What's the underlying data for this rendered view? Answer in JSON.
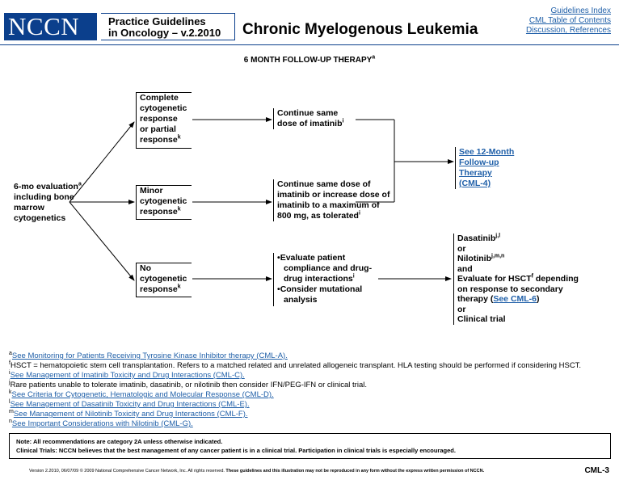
{
  "header": {
    "logo_text": "NCCN",
    "logo_reg": "®",
    "practice_line1": "Practice Guidelines",
    "practice_line2": "in Oncology – v.2.2010",
    "title": "Chronic Myelogenous Leukemia",
    "links": [
      "Guidelines Index",
      "CML Table of Contents",
      "Discussion, References"
    ]
  },
  "section_title": "6 MONTH FOLLOW-UP THERAPY",
  "section_title_sup": "a",
  "eval": {
    "line1": "6-mo evaluation",
    "sup": "a",
    "line2": "including bone",
    "line3": "marrow",
    "line4": "cytogenetics"
  },
  "responses": {
    "complete": {
      "l1": "Complete",
      "l2": "cytogenetic",
      "l3": "response",
      "l4": "or partial",
      "l5": "response",
      "sup": "k"
    },
    "minor": {
      "l1": "Minor",
      "l2": "cytogenetic",
      "l3": "response",
      "sup": "k"
    },
    "none": {
      "l1": "No",
      "l2": "cytogenetic",
      "l3": "response",
      "sup": "k"
    }
  },
  "actions": {
    "continue": {
      "l1": "Continue same",
      "l2": "dose of imatinib",
      "sup": "i"
    },
    "continue_increase": {
      "l1": "Continue same dose of",
      "l2": "imatinib or increase dose of",
      "l3": "imatinib to a maximum of",
      "l4": "800 mg, as tolerated",
      "sup": "i"
    },
    "evaluate": {
      "b1l1": "Evaluate patient",
      "b1l2": "compliance and drug-",
      "b1l3": "drug interactions",
      "b1sup": "i",
      "b2l1": "Consider mutational",
      "b2l2": "analysis"
    }
  },
  "see12": {
    "l1": "See 12-Month",
    "l2": "Follow-up",
    "l3": "Therapy",
    "l4": "(CML-4)"
  },
  "options": {
    "dasatinib": "Dasatinib",
    "dasatinib_sup": "j,l",
    "or1": "or",
    "nilotinib": "Nilotinib",
    "nilotinib_sup": "j,m,n",
    "and": "and",
    "eval_hsct": "Evaluate for HSCT",
    "hsct_sup": "f",
    "eval_hsct_rest": " depending",
    "on_response": "on response to secondary",
    "therapy": "therapy (",
    "see_cml6": "See CML-6",
    "close": ")",
    "or2": "or",
    "trial": "Clinical trial"
  },
  "footnotes": [
    {
      "sup": "a",
      "text": "See Monitoring for Patients Receiving Tyrosine Kinase Inhibitor therapy (CML-A).",
      "link": true
    },
    {
      "sup": "f",
      "text": "HSCT = hematopoietic stem cell transplantation. Refers to a matched related and unrelated allogeneic transplant. HLA testing should be performed if considering HSCT.",
      "link": false
    },
    {
      "sup": "i",
      "text": "See Management of Imatinib Toxicity and Drug Interactions (CML-C).",
      "link": true
    },
    {
      "sup": "j",
      "text": "Rare patients unable to tolerate imatinib, dasatinib, or nilotinib then consider IFN/PEG-IFN or clinical trial.",
      "link": false
    },
    {
      "sup": "k",
      "text": "See Criteria for Cytogenetic, Hematologic and Molecular Response (CML-D).",
      "link": true
    },
    {
      "sup": "l",
      "text": "See Management of Dasatinib Toxicity and Drug Interactions (CML-E).",
      "link": true
    },
    {
      "sup": "m",
      "text": "See Management of Nilotinib Toxicity and Drug Interactions (CML-F).",
      "link": true
    },
    {
      "sup": "n",
      "text": "See Important Considerations with Nilotinib (CML-G).",
      "link": true
    }
  ],
  "note": {
    "line1": "Note:  All recommendations are category 2A unless otherwise indicated.",
    "line2": "Clinical Trials: NCCN believes that the best management of any cancer patient is in a clinical trial.  Participation in clinical trials is especially encouraged."
  },
  "footer": {
    "version": "Version 2.2010, 06/07/09 © 2009 National Comprehensive Cancer Network, Inc. All rights reserved.",
    "version_bold": " These guidelines and this illustration may not be reproduced in any form without the express written permission of NCCN.",
    "page": "CML-3"
  }
}
